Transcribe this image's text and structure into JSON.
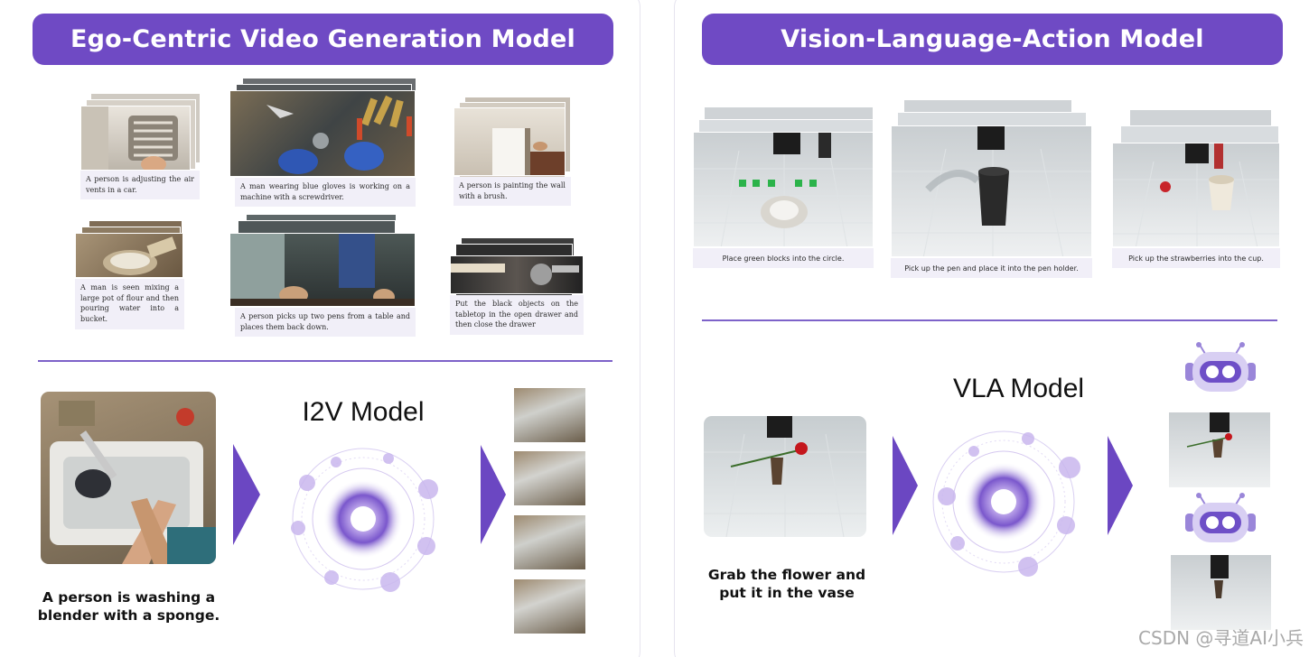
{
  "left": {
    "title": "Ego-Centric Video Generation Model",
    "captions": [
      "A person is adjusting the air vents in a car.",
      "A man wearing blue gloves is working on a machine with a screwdriver.",
      "A person is painting the wall with a brush.",
      "A man is seen mixing a large pot of flour and then pouring water into a bucket.",
      "A person picks up two pens from a table and places them back down.",
      "Put the black objects on the tabletop in the open drawer and then close the drawer"
    ],
    "model_label": "I2V Model",
    "input_caption": "A person is washing a blender with a sponge."
  },
  "right": {
    "title": "Vision-Language-Action Model",
    "captions": [
      "Place green blocks into the circle.",
      "Pick up the pen and place it into the pen holder.",
      "Pick up the strawberries into the cup."
    ],
    "model_label": "VLA Model",
    "input_caption": "Grab the flower and put it in the vase"
  },
  "watermark": "CSDN @寻道AI小兵",
  "colors": {
    "accent": "#6f4ac4",
    "arrow": "#6b47c2",
    "caption_bg": "#f1eff8"
  }
}
